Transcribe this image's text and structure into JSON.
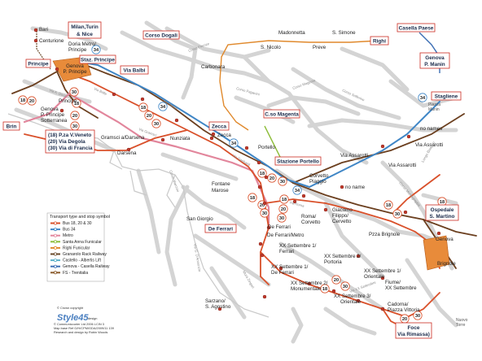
{
  "map": {
    "boxed_stops": [
      {
        "text": "Milan,Turin",
        "text2": "& Nice"
      },
      {
        "text": "Staz. Principe"
      },
      {
        "text": "Corso Dogali"
      },
      {
        "text": "Righi"
      },
      {
        "text": "Casella Paese"
      },
      {
        "text": "Genova",
        "text2": "P. Manin"
      },
      {
        "text": "Principe"
      },
      {
        "text": "Genova",
        "text2": "P. Principe"
      },
      {
        "text": "Via Balbi"
      },
      {
        "text": "Brin"
      },
      {
        "text": "Stagliene"
      },
      {
        "text": "C.so Magenta"
      },
      {
        "text": "Zecca"
      },
      {
        "text": "Stazione Portello"
      },
      {
        "text": "De Ferrari"
      },
      {
        "text": "Ospedale",
        "text2": "S. Martino"
      },
      {
        "text": "Foce",
        "text2": "Via Rimassa)"
      }
    ],
    "routes_box": [
      {
        "num": "(18)",
        "name": "P.za V.Veneto"
      },
      {
        "num": "(20)",
        "name": "Via Degola"
      },
      {
        "num": "(30)",
        "name": "Via di Francia"
      }
    ],
    "place_labels": [
      {
        "id": "bari",
        "text": "Bari"
      },
      {
        "id": "centurione",
        "text": "Centurione"
      },
      {
        "id": "doria",
        "text": "Doria Metro/",
        "text2": "Principe"
      },
      {
        "id": "madonnetta",
        "text": "Madonnetta"
      },
      {
        "id": "ssimone",
        "text": "S. Simone"
      },
      {
        "id": "snicolo",
        "text": "S. Nicolo"
      },
      {
        "id": "preve",
        "text": "Preve"
      },
      {
        "id": "carbonara",
        "text": "Carbonara"
      },
      {
        "id": "principe-lbl",
        "text": "Principe"
      },
      {
        "id": "gps",
        "text": "Genova",
        "text2": "P. Principe",
        "text3": "Sotterranea"
      },
      {
        "id": "gramsci",
        "text": "Gramsci a/Darsena"
      },
      {
        "id": "nunziata",
        "text": "Nunziata"
      },
      {
        "id": "darsena",
        "text": "Darsena"
      },
      {
        "id": "zecca-s",
        "text": "Zecca"
      },
      {
        "id": "portello",
        "text": "Portello"
      },
      {
        "id": "fontane",
        "text": "Fontane",
        "text2": "Marose"
      },
      {
        "id": "corvetto-p",
        "text": "Corvetto",
        "text2": "Piaggio"
      },
      {
        "id": "noname1",
        "text": "no names"
      },
      {
        "id": "noname2",
        "text": "no name"
      },
      {
        "id": "assarotti1",
        "text": "Via Assarotti"
      },
      {
        "id": "assarotti2",
        "text": "Via Assarotti"
      },
      {
        "id": "assarotti3",
        "text": "Via Assarotti"
      },
      {
        "id": "sgiorgio",
        "text": "San Giorgio"
      },
      {
        "id": "deferrari-m",
        "text": "De Ferrari/Metro"
      },
      {
        "id": "dferrari-s",
        "text": "De Ferrari"
      },
      {
        "id": "roma",
        "text": "Roma/",
        "text2": "Corvetto"
      },
      {
        "id": "giacomo",
        "text": "Giacomo",
        "text2": "Filippo/",
        "text3": "Cervetto"
      },
      {
        "id": "brignole",
        "text": "Pzza Brignole"
      },
      {
        "id": "gbrignole",
        "text": "Genova",
        "text2": "Brignole"
      },
      {
        "id": "xx1",
        "text": "XX Settembre 1/",
        "text2": "Ferrari"
      },
      {
        "id": "xx2",
        "text": "XX Settembre 1/",
        "text2": "De Ferrari"
      },
      {
        "id": "xx3",
        "text": "XX Settembre 2/",
        "text2": "Portoria"
      },
      {
        "id": "xx4",
        "text": "XX Settembre 2/",
        "text2": "Monumentale"
      },
      {
        "id": "xx5",
        "text": "XX Settembre 1/",
        "text2": "Orientale"
      },
      {
        "id": "xx6",
        "text": "XX Settembre 3/",
        "text2": "Orientale"
      },
      {
        "id": "fiume",
        "text": "Fiume/",
        "text2": "XX Settembre"
      },
      {
        "id": "cadorna",
        "text": "Cadorna/",
        "text2": "Piazza Vittoria"
      },
      {
        "id": "sarzano",
        "text": "Sarzano/",
        "text2": "S. Agostino"
      },
      {
        "id": "nuovo",
        "text": "Nuovo",
        "text2": "Torre"
      },
      {
        "id": "pzza-manin",
        "text": "Piazza",
        "text2": "Manin"
      }
    ],
    "street_labels": [
      "Corso Firenze",
      "Via Balbi",
      "Via Cairoli",
      "Via Garibaldi",
      "Corso Paganini",
      "Corso Solferino",
      "Corso Magenta",
      "Via XX Settembre",
      "Via Roma",
      "Corso Montegrappa",
      "Via Gramsci",
      "Via A. Doria",
      "Corso Marconi",
      "Via G. D'Annunzio",
      "Mura Zingari",
      "Lungo Bisagno"
    ],
    "legend": {
      "title": "Transport type and stop symbol",
      "items": [
        {
          "label": "Bus 18, 20 & 30",
          "color": "#d9502a"
        },
        {
          "label": "Bus 34",
          "color": "#3f86c6"
        },
        {
          "label": "Metro",
          "color": "#e2869c"
        },
        {
          "label": "Santa Anna Funicular",
          "color": "#8dbd3a"
        },
        {
          "label": "Righi Funicular",
          "color": "#e0892c"
        },
        {
          "label": "Granarolo Rack Railway",
          "color": "#6a4a2a"
        },
        {
          "label": "Castello - Albertis Lift",
          "color": "#5bb0c9"
        },
        {
          "label": "Genova - Casella Railway",
          "color": "#3c6eb4"
        },
        {
          "label": "FS - Trenitalia",
          "color": "#8a5a2a"
        }
      ]
    },
    "credits": {
      "line1": "© Crown copyright",
      "logo": "Style45",
      "logo_suffix": "design",
      "line2": "© Communicourier Ltd 2006 LCIN 3",
      "line3": "Map base Ref G/H/CPM/GDA/2009/11 139",
      "line4": "Research and design by Robin Woods"
    },
    "colors": {
      "bus": "#d9502a",
      "bus34": "#3f86c6",
      "metro": "#e2869c",
      "railway": "#6b3f1f",
      "funicular": "#e0892c",
      "street": "#d9d9d9",
      "station_fill": "#e88b3a",
      "box_border": "#cc2b21"
    }
  }
}
